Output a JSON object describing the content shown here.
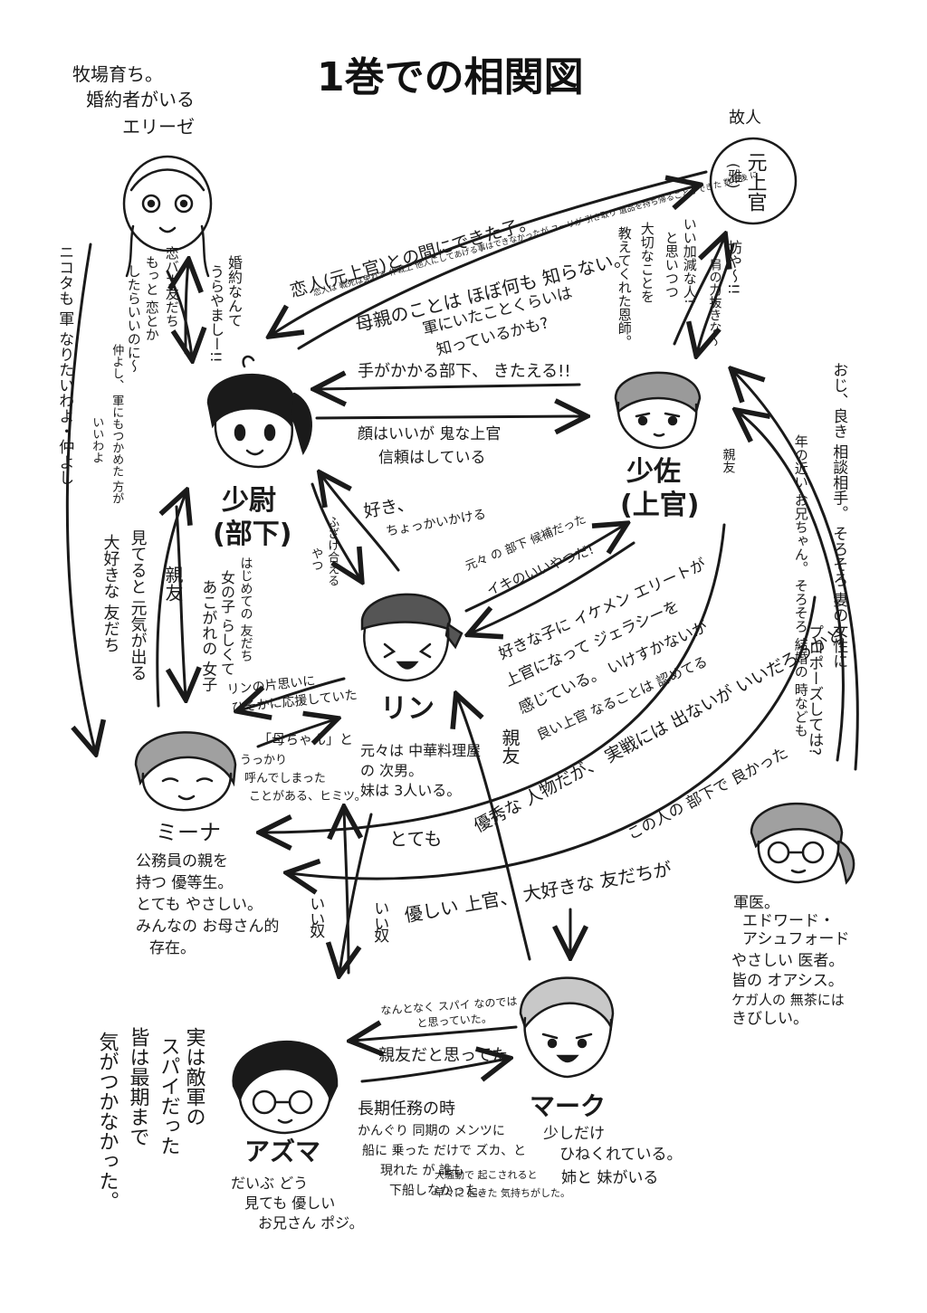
{
  "title": "1巻での相関図",
  "characters": {
    "shoui": {
      "name": "少尉",
      "role": "(部下)"
    },
    "shousa": {
      "name": "少佐",
      "role": "(上官)"
    },
    "rin": {
      "name": "リン",
      "desc": [
        "元々は 中華料理屋",
        "の 次男。",
        "妹は 3人いる。"
      ]
    },
    "elise": {
      "name": "エリーゼ",
      "desc": [
        "牧場育ち。",
        "婚約者がいる"
      ]
    },
    "mina": {
      "name": "ミーナ",
      "desc": [
        "公務員の親を",
        "持つ 優等生。",
        "とても やさしい。",
        "みんなの お母さん的",
        "存在。"
      ]
    },
    "motojoukan": {
      "top": "故人",
      "name": "元上官",
      "sub": "(雅)"
    },
    "gun_i": {
      "desc": [
        "軍医。",
        "エドワード・",
        "アシュフォード",
        "やさしい 医者。",
        "皆の オアシス。",
        "ケガ人の 無茶には",
        "きびしい。"
      ]
    },
    "azuma": {
      "name": "アズマ",
      "desc": [
        "だいぶ どう",
        "見ても 優しい",
        "お兄さん ポジ。"
      ],
      "side": [
        "実は敵軍の",
        "スパイだった",
        "皆は最期まで",
        "気がつかなかった。"
      ]
    },
    "mark": {
      "name": "マーク",
      "desc": [
        "少しだけ",
        "ひねくれている。",
        "姉と 妹がいる"
      ]
    }
  },
  "relations": {
    "koibito": "恋人(元上官)との間にできた子。",
    "koibito_small": "恋人は 戦死は免れず 作戦上 他人にしてあげる事はできなかったが ユーリが 引き取り 遺品を持ち帰ることができた 数年後 に",
    "hahaoya": [
      "母親のことは ほぼ何も 知らない。",
      "軍にいたことくらいは",
      "知っているかも?"
    ],
    "kongaku": [
      "婚約なんて",
      "うらやましー!!"
    ],
    "koikou": [
      "恋バナ友だち",
      "もっと 恋とか",
      "したらいいのに〜"
    ],
    "tegakakaru": "手がかかる部下、 きたえる!!",
    "kaoha": [
      "顔はいいが 鬼な上官",
      "信頼はしている"
    ],
    "iikagen": [
      "いい加減な人!",
      "と思いつつ",
      "大切なことを",
      "教えてくれた恩師。"
    ],
    "bouya": [
      "坊や〜!!",
      "肩の力抜きな〜"
    ],
    "aniki": [
      "元々 の 部下 候補だった",
      "イキのいいやつだ!"
    ],
    "suki": [
      "好き、",
      "ちょっかいかける"
    ],
    "fuzake": [
      "ふざけ合える",
      "やつ"
    ],
    "sukina": [
      "好きな子に イケメン エリートが",
      "上官になって ジェラシーを",
      "感じている。 いけすかないが",
      "良い上官 なることは 認めてる"
    ],
    "shinyuu_rin": "親友",
    "hajimete": [
      "はじめての 友だち",
      "女の子 らしくて",
      "あこがれの 女子"
    ],
    "shinyuu_shoui": "親友",
    "miteru": [
      "見てると 元気が出る",
      "大好きな 友だち"
    ],
    "nanika": [
      "ニコタも 軍 なりたいわよ・仲よし"
    ],
    "nakayoshi_small": [
      "仲よし、 軍にもつかめた 方が",
      "いいわよ"
    ],
    "rin_kataomoi": [
      "リンの片思いに",
      "ひそかに応援していた"
    ],
    "hahachan": [
      "「母ちゃん」と",
      "うっかり",
      "呼んでしまった",
      "ことがある、ヒミツ。"
    ],
    "yuushuu": "優秀な 人物だが、 実戦には 出ないが いいだろうかと",
    "kono_hito": "この人の 部下で 良かった",
    "totemo": "とても",
    "yasashii": "優しい 上官、 大好きな 友だちが",
    "ohanashi": [
      "おじ、良き 相談相手。 そろそろ 妻の女性に",
      "プロポーズしては?"
    ],
    "toshi": [
      "年の近い お兄ちゃん。 そろそろ 結婚の 時なども"
    ],
    "shinyuu_mark": "親友",
    "ii_yatsu1": [
      "いい",
      "奴"
    ],
    "ii_yatsu2": [
      "いい",
      "奴"
    ],
    "tomodachi_azuma": [
      "なんとなく スパイ なのでは",
      "と思っていた。"
    ],
    "shinyuu_datta": "親友だと思ってた",
    "choki": [
      "長期任務の時",
      "かんぐり 同期の メンツに",
      "船に 乗った だけで ズカ、と",
      "現れた が 誰も",
      "下船しなかった。",
      "大騒動で 起こされると",
      "早々に 起きた 気持ちがした。"
    ]
  }
}
